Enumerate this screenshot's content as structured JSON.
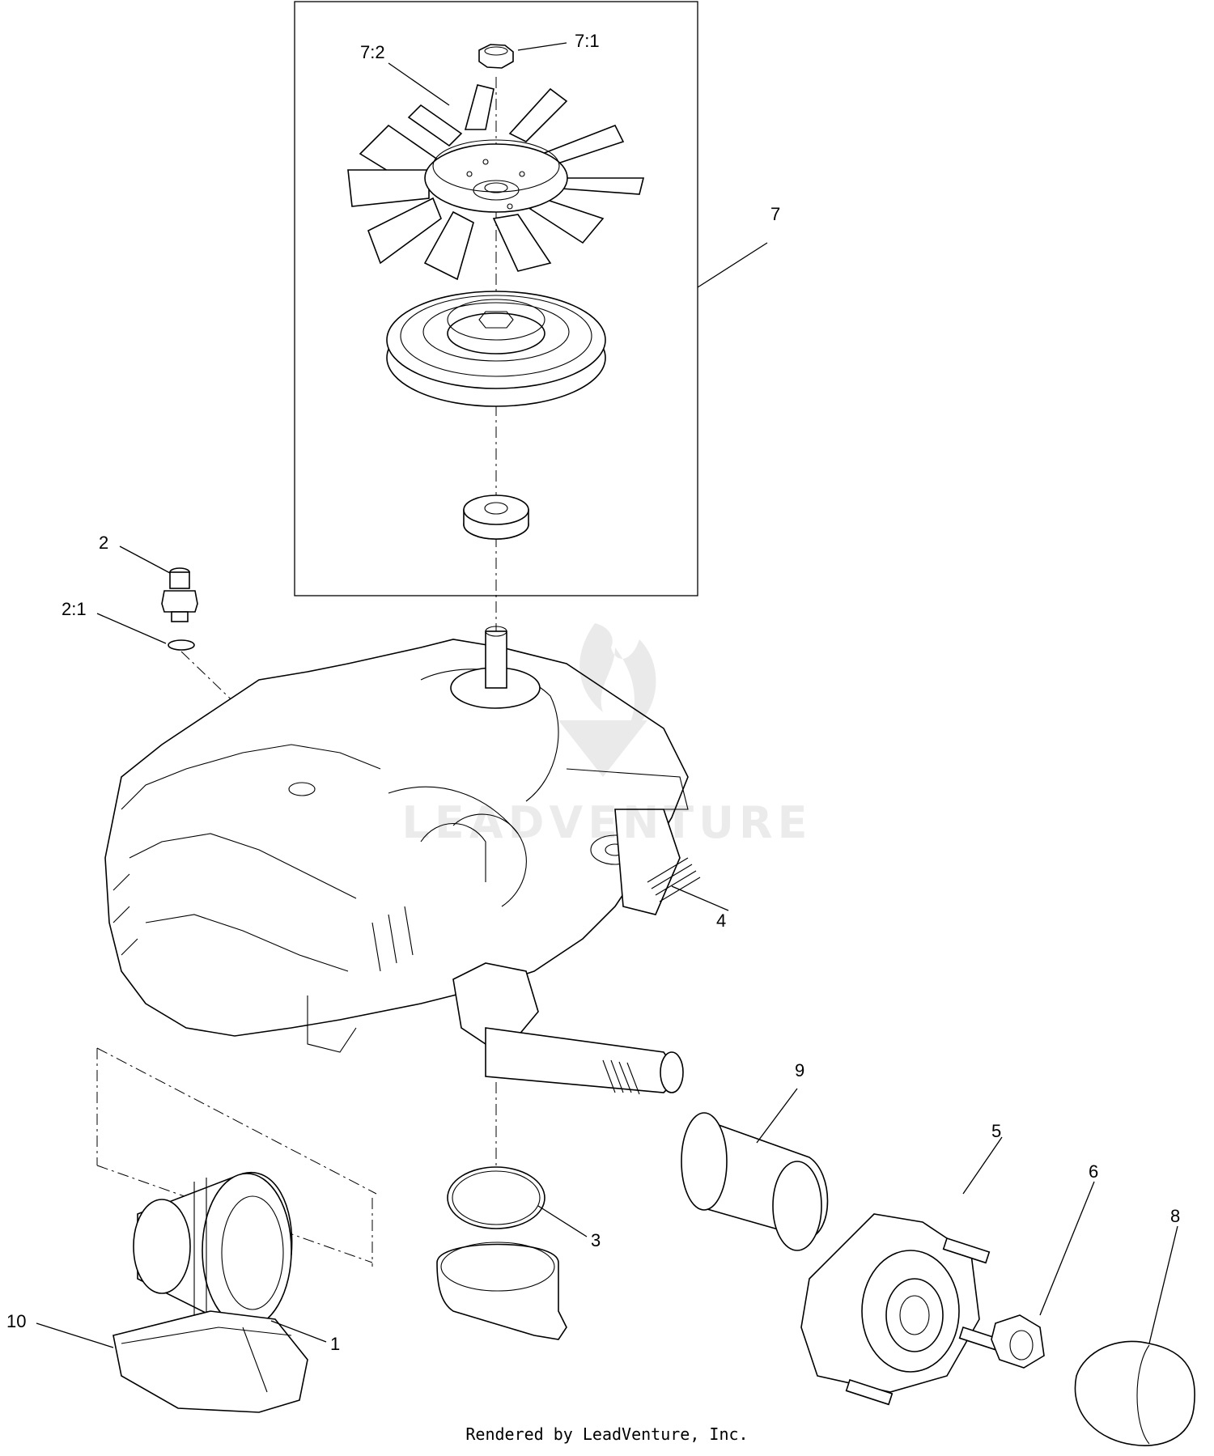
{
  "callouts": {
    "c7_1": "7:1",
    "c7_2": "7:2",
    "c7": "7",
    "c2": "2",
    "c2_1": "2:1",
    "c4": "4",
    "c9": "9",
    "c5": "5",
    "c6": "6",
    "c8": "8",
    "c3": "3",
    "c1": "1",
    "c10": "10"
  },
  "watermark": {
    "text": "LEADVENTURE"
  },
  "footer": {
    "text": "Rendered by LeadVenture, Inc."
  },
  "colors": {
    "line": "#000000",
    "background": "#ffffff",
    "watermark": "#e6e6e6"
  },
  "icons": {
    "watermark_logo": "flame-logo-icon"
  }
}
